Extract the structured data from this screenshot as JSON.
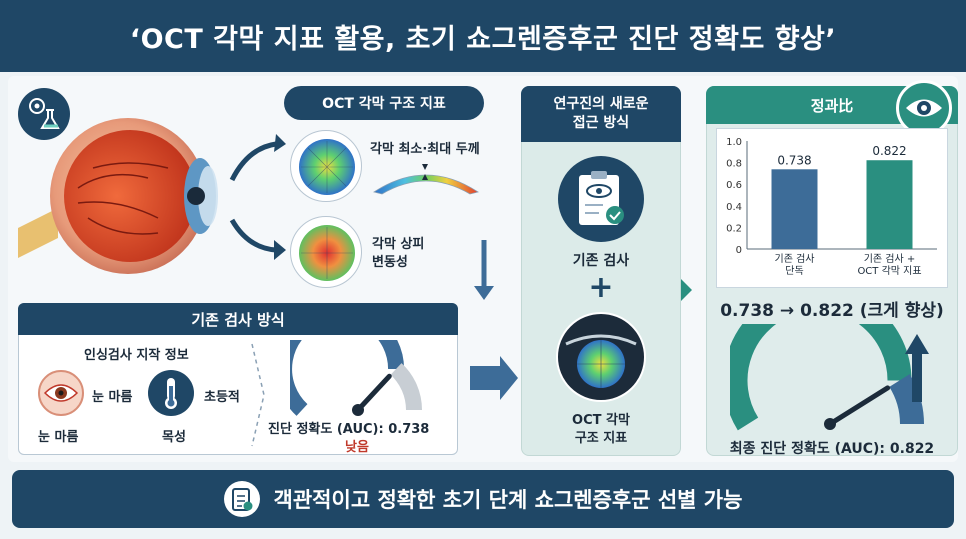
{
  "title": "‘OCT 각막 지표 활용, 초기 쇼그렌증후군 진단 정확도 향상’",
  "oct_section": {
    "label": "OCT 각막 구조 지표",
    "thickness_label": "각막 최소·최대 두께",
    "epithelium_label_1": "각막 상피",
    "epithelium_label_2": "변동성"
  },
  "new_approach": {
    "title_line1": "연구진의 새로운",
    "title_line2": "접근 방식",
    "existing_test": "기존 검사",
    "plus": "+",
    "oct_line1": "OCT 각막",
    "oct_line2": "구조 지표"
  },
  "accuracy_panel": {
    "title": "정과比",
    "comparison": "0.738 → 0.822 (크게 향상)",
    "final_label": "최종 진단 정확도 (AUC): 0.822"
  },
  "chart_data": {
    "type": "bar",
    "categories": [
      "기존 검사 단독",
      "기존 검사 + OCT 각막 지표"
    ],
    "category_lines": [
      [
        "기존 검사",
        "단독"
      ],
      [
        "기존 검사 +",
        "OCT 각막 지표"
      ]
    ],
    "values": [
      0.738,
      0.822
    ],
    "value_labels": [
      "0.738",
      "0.822"
    ],
    "yticks": [
      "0",
      "0.2",
      "0.4",
      "0.6",
      "0.8",
      "1.0"
    ],
    "ylim": [
      0,
      1.0
    ],
    "bar_colors": [
      "#3d6c98",
      "#2a8f80"
    ]
  },
  "existing_method": {
    "title": "기존 검사 방식",
    "subtitle": "인싱검사 지작 정보",
    "dry_eye_label_right": "눈 마름",
    "dry_eye_label_below": "눈 마름",
    "thermo_label_right": "초등적",
    "thermo_label_below": "목성",
    "gauge_label": "진단 정확도 (AUC): 0.738",
    "gauge_status": "낮음",
    "gauge_value": 0.738,
    "status_color": "#c0392b"
  },
  "final_gauge_value": 0.822,
  "bottom": {
    "text": "객관적이고 정확한 초기 단계 쇼그렌증후군 선별 가능"
  },
  "colors": {
    "navy": "#1f4766",
    "teal": "#2a8f80",
    "bar_blue": "#3d6c98"
  }
}
